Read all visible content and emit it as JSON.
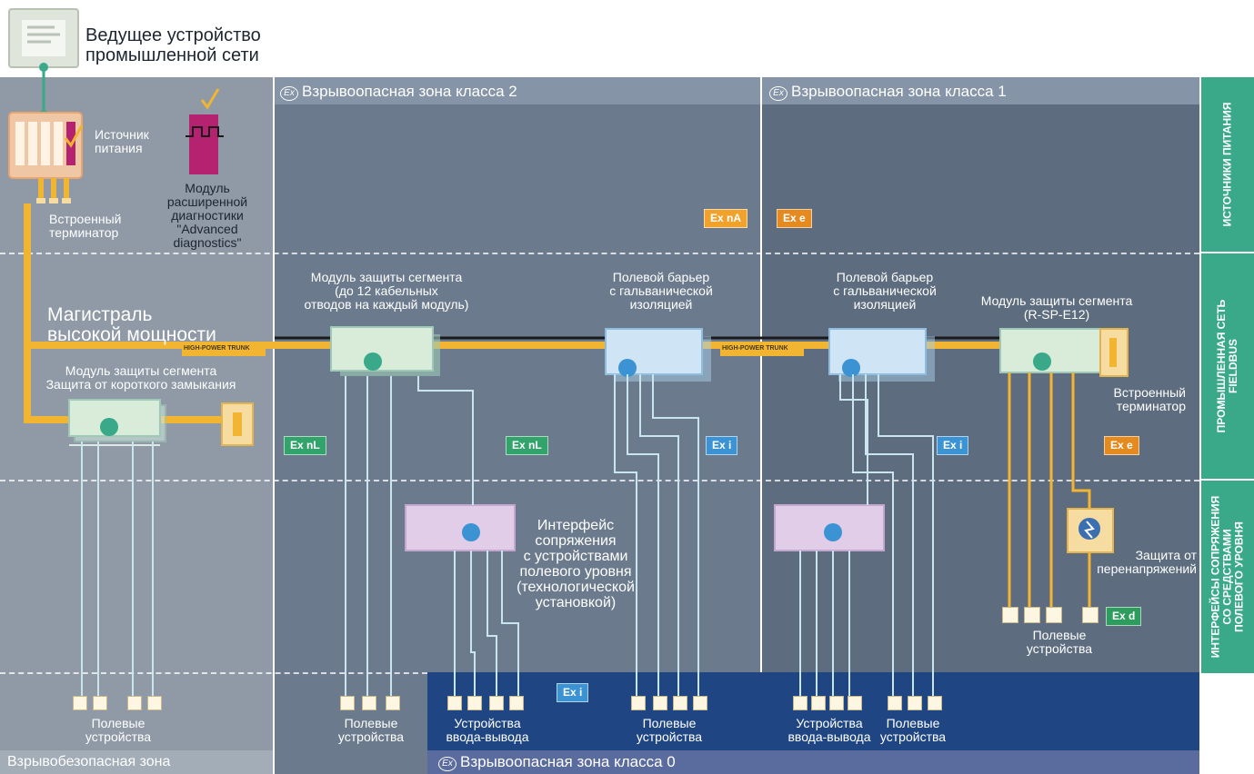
{
  "colors": {
    "safe_zone": "#8f9aa6",
    "zone2": "#6b7a8c",
    "zone1": "#5d6c7e",
    "zone0": "#1f4682",
    "zone0_footer": "#5a6b9e",
    "trunk": "#f2b531",
    "trunk_dark": "#1a1a1a",
    "side_bar": "#3aa98a",
    "badge_nl": "#31a36b",
    "badge_i": "#3c93d3",
    "badge_na": "#f0a22b",
    "badge_e": "#e48a1e",
    "badge_d": "#2d9c5c"
  },
  "host": {
    "label": "Ведущее устройство\nпромышленной сети"
  },
  "zones": {
    "zone2_title": "Взрывоопасная зона класса 2",
    "zone1_title": "Взрывоопасная зона класса 1",
    "zone0_title": "Взрывоопасная зона класса 0",
    "safe_title": "Взрывобезопасная зона",
    "ex_symbol": "Ex"
  },
  "side_bars": [
    {
      "label": "ИСТОЧНИКИ ПИТАНИЯ"
    },
    {
      "label": "ПРОМЫШЛЕННАЯ СЕТЬ\nFIELDBUS"
    },
    {
      "label": "ИНТЕРФЕЙСЫ СОПРЯЖЕНИЯ\nСО СРЕДСТВАМИ\nПОЛЕВОГО УРОВНЯ"
    }
  ],
  "labels": {
    "power_source": "Источник\nпитания",
    "builtin_terminator": "Встроенный\nтерминатор",
    "diag_module": "Модуль\nрасширенной\nдиагностики\n\"Advanced\ndiagnostics\"",
    "trunk_title": "Магистраль\nвысокой мощности",
    "trunk_tag": "HIGH-POWER TRUNK",
    "seg_protect_short": "Модуль защиты сегмента\nЗащита от короткого замыкания",
    "seg_protect_12": "Модуль защиты сегмента\n(до 12 кабельных\nотводов на каждый модуль)",
    "barrier_1": "Полевой барьер\nс гальванической\nизоляцией",
    "barrier_2": "Полевой барьер\nс гальванической\nизоляцией",
    "seg_protect_rsp": "Модуль защиты сегмента\n(R-SP-E12)",
    "builtin_terminator_2": "Встроенный\nтерминатор",
    "field_interface": "Интерфейс\nсопряжения\nс устройствами\nполевого уровня\n(технологической\nустановкой)",
    "surge_protection": "Защита от\nперенапряжений",
    "field_devices": "Полевые\nустройства",
    "io_devices": "Устройства\nввода-вывода"
  },
  "badges": {
    "ex_na": "Ex nA",
    "ex_e": "Ex e",
    "ex_nl": "Ex nL",
    "ex_i": "Ex i",
    "ex_d": "Ex d"
  }
}
